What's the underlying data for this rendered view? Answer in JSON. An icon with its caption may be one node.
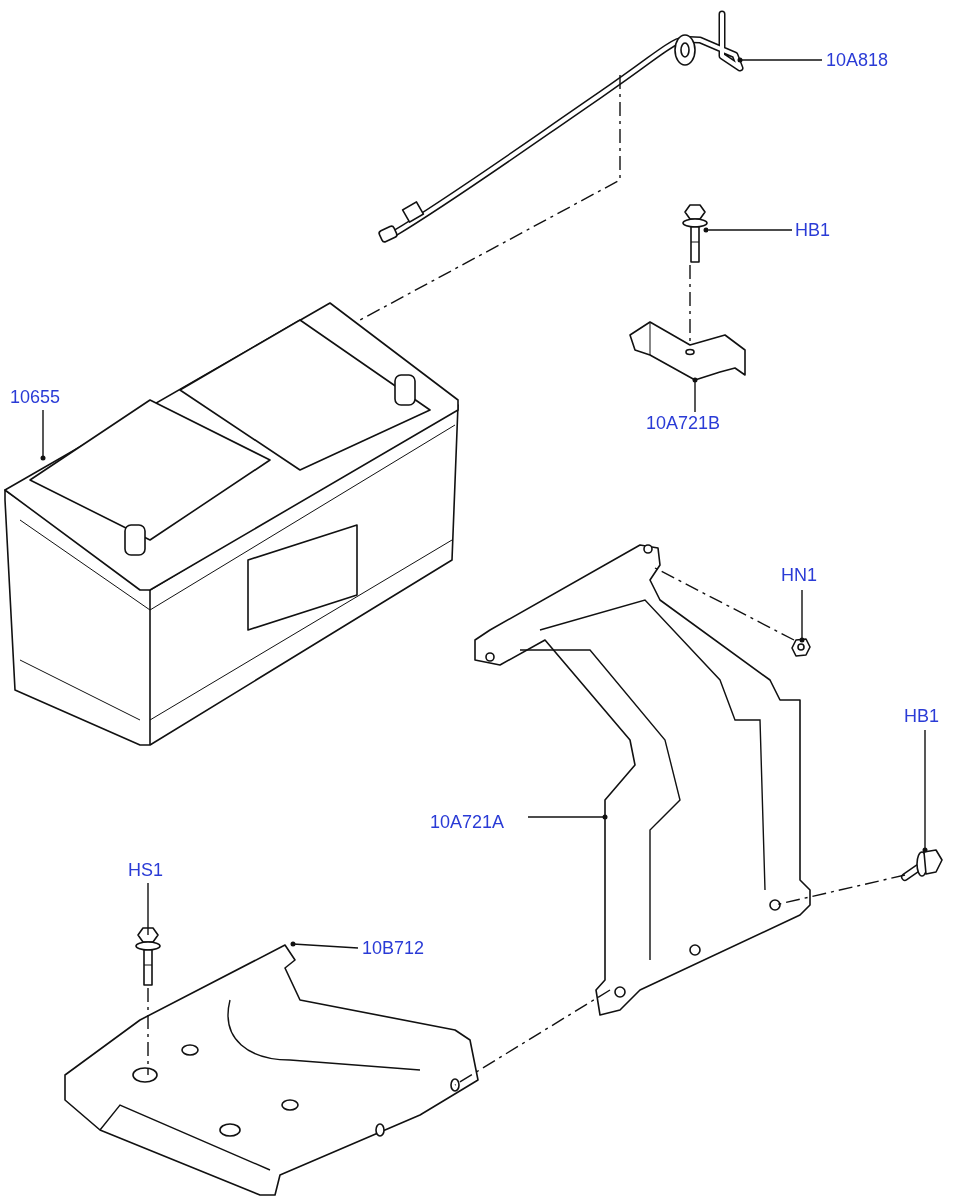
{
  "diagram": {
    "nodes": [
      {
        "text": [
          "10A818"
        ]
      },
      {
        "text": [],
        "shape": "picture"
      },
      {
        "text": [
          "HB1"
        ]
      },
      {
        "text": [],
        "shape": "picture"
      },
      {
        "text": [
          "10A721B"
        ]
      },
      {
        "text": [],
        "shape": "picture"
      },
      {
        "text": [
          "10655"
        ]
      },
      {
        "text": [],
        "shape": "picture"
      },
      {
        "text": [
          "HN1"
        ]
      },
      {
        "text": [],
        "shape": "picture"
      },
      {
        "text": [
          "HB1"
        ]
      },
      {
        "text": [],
        "shape": "picture"
      },
      {
        "text": [
          "10A721A"
        ]
      },
      {
        "text": [],
        "shape": "picture"
      },
      {
        "text": [
          "HS1"
        ]
      },
      {
        "text": [],
        "shape": "picture"
      },
      {
        "text": [
          "10B712"
        ]
      },
      {
        "text": [],
        "shape": "picture"
      }
    ],
    "edges": [
      {
        "from": 0,
        "to": 1,
        "arrow": "none"
      },
      {
        "from": 2,
        "to": 3,
        "arrow": "none"
      },
      {
        "from": 4,
        "to": 5,
        "arrow": "none"
      },
      {
        "from": 6,
        "to": 7,
        "arrow": "none"
      },
      {
        "from": 8,
        "to": 9,
        "arrow": "none"
      },
      {
        "from": 10,
        "to": 11,
        "arrow": "none"
      },
      {
        "from": 12,
        "to": 13,
        "arrow": "none"
      },
      {
        "from": 14,
        "to": 15,
        "arrow": "none"
      },
      {
        "from": 16,
        "to": 17,
        "arrow": "none"
      },
      {
        "from": 1,
        "to": 7,
        "arrow": "none",
        "style": "dashed"
      },
      {
        "from": 3,
        "to": 5,
        "arrow": "none",
        "style": "dashed"
      },
      {
        "from": 9,
        "to": 13,
        "arrow": "none",
        "style": "dashed"
      },
      {
        "from": 11,
        "to": 13,
        "arrow": "none",
        "style": "dashed"
      },
      {
        "from": 15,
        "to": 17,
        "arrow": "none",
        "style": "dashed"
      },
      {
        "from": 13,
        "to": 17,
        "arrow": "none",
        "style": "dashed"
      }
    ]
  }
}
